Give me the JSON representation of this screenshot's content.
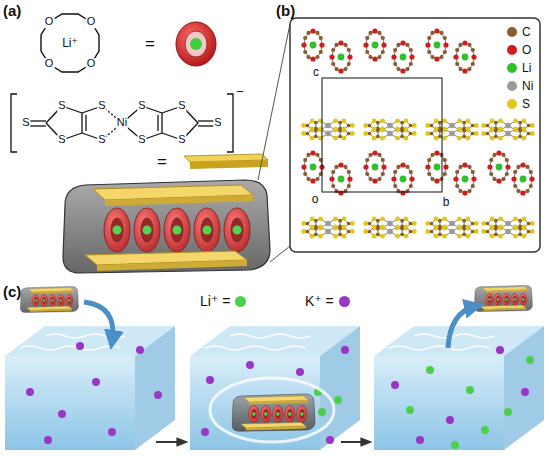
{
  "diagram": {
    "labels": [
      "(a)",
      "(b)",
      "(c)",
      "O",
      "O",
      "O",
      "O",
      "Li⁺",
      "=",
      "S",
      "S",
      "S",
      "S",
      "S",
      "S",
      "S",
      "S",
      "S",
      "S",
      "Ni",
      "−",
      "=",
      "c",
      "o",
      "b"
    ],
    "legend": [
      {
        "text": "C",
        "color": "#8a5a30"
      },
      {
        "text": "O",
        "color": "#d01c1c"
      },
      {
        "text": "Li",
        "color": "#2fbf2f"
      },
      {
        "text": "Ni",
        "color": "#9a9a9a"
      },
      {
        "text": "S",
        "color": "#e0c81a"
      },
      {
        "text": "Li⁺ =",
        "color": "#4cd04c"
      },
      {
        "text": "K⁺ =",
        "color": "#9a36c4"
      }
    ]
  }
}
